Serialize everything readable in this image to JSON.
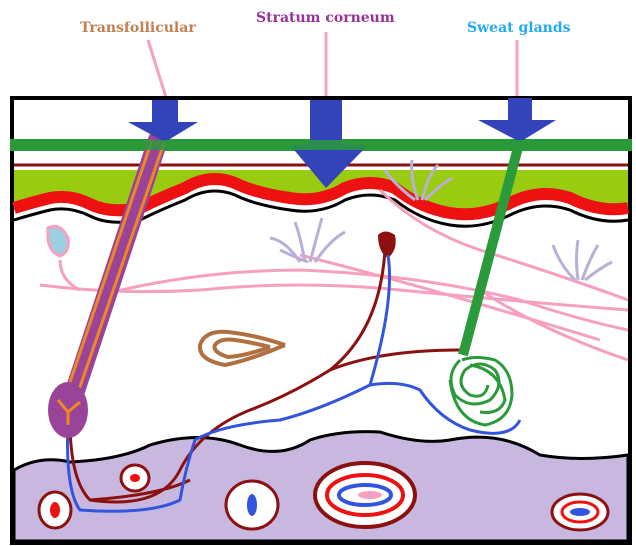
{
  "labels": {
    "transfollicular": "Transfollicular",
    "stratum_corneum": "Stratum corneum",
    "sweat_glands": "Sweat glands"
  },
  "colors": {
    "transfollicular": "#c08050",
    "stratum_corneum": "#993399",
    "sweat_glands": "#22aaee",
    "arrow": "#3344bb",
    "top_band": "#2a9a3a",
    "lime_layer": "#99cc11",
    "red_layer": "#ee1111",
    "hypodermis": "#c8b8e0",
    "nerve_pink": "#f5a0c0",
    "vessel_red": "#8b1010",
    "vessel_blue": "#3355dd"
  }
}
